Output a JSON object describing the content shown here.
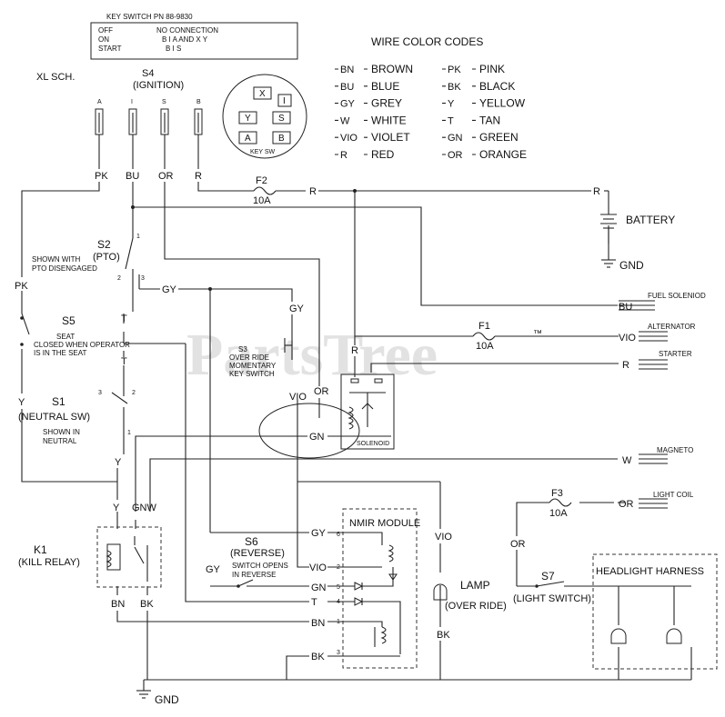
{
  "key_switch": {
    "part_number": "KEY SWITCH PN 88-9830",
    "rows": [
      {
        "pos": "OFF",
        "conn": "NO CONNECTION"
      },
      {
        "pos": "ON",
        "conn": "B I A     AND   X Y"
      },
      {
        "pos": "START",
        "conn": "B I S"
      }
    ],
    "diagram_terminals": [
      "X",
      "I",
      "Y",
      "S",
      "A",
      "B"
    ],
    "diagram_label": "KEY SW"
  },
  "schematic_label": "XL SCH.",
  "s4": {
    "id": "S4",
    "name": "(IGNITION)",
    "terminals": [
      "A",
      "I",
      "S",
      "B"
    ],
    "wire_labels": [
      "PK",
      "BU",
      "OR",
      "R"
    ]
  },
  "wire_color_codes": {
    "title": "WIRE COLOR CODES",
    "left": [
      {
        "code": "BN",
        "name": "BROWN"
      },
      {
        "code": "BU",
        "name": "BLUE"
      },
      {
        "code": "GY",
        "name": "GREY"
      },
      {
        "code": "W",
        "name": "WHITE"
      },
      {
        "code": "VIO",
        "name": "VIOLET"
      },
      {
        "code": "R",
        "name": "RED"
      }
    ],
    "right": [
      {
        "code": "PK",
        "name": "PINK"
      },
      {
        "code": "BK",
        "name": "BLACK"
      },
      {
        "code": "Y",
        "name": "YELLOW"
      },
      {
        "code": "T",
        "name": "TAN"
      },
      {
        "code": "GN",
        "name": "GREEN"
      },
      {
        "code": "OR",
        "name": "ORANGE"
      }
    ]
  },
  "f2": {
    "id": "F2",
    "rating": "10A"
  },
  "f1": {
    "id": "F1",
    "rating": "10A"
  },
  "f3": {
    "id": "F3",
    "rating": "10A"
  },
  "battery": {
    "label": "BATTERY",
    "gnd": "GND"
  },
  "s2": {
    "id": "S2",
    "name": "(PTO)",
    "note1": "SHOWN WITH",
    "note2": "PTO DISENGAGED",
    "terminals": [
      "1",
      "2",
      "3"
    ]
  },
  "s5": {
    "id": "S5",
    "note1": "SEAT",
    "note2": "CLOSED WHEN OPERATOR",
    "note3": "IS IN THE SEAT"
  },
  "s1": {
    "id": "S1",
    "name": "(NEUTRAL SW)",
    "note1": "SHOWN IN",
    "note2": "NEUTRAL",
    "terminals": [
      "3",
      "2",
      "1"
    ]
  },
  "s3": {
    "id": "S3",
    "note1": "OVER RIDE",
    "note2": "MOMENTARY",
    "note3": "KEY SWITCH"
  },
  "solenoid": {
    "label": "SOLENOID"
  },
  "k1": {
    "id": "K1",
    "name": "(KILL RELAY)"
  },
  "nmir": {
    "label": "NMIR MODULE",
    "pins": [
      "6",
      "2",
      "5",
      "4",
      "1",
      "3"
    ]
  },
  "s6": {
    "id": "S6",
    "name": "(REVERSE)",
    "note1": "SWITCH OPENS",
    "note2": "IN REVERSE"
  },
  "lamp": {
    "label": "LAMP",
    "sub": "(OVER RIDE)"
  },
  "s7": {
    "id": "S7",
    "name": "(LIGHT SWITCH)"
  },
  "headlight": {
    "label": "HEADLIGHT HARNESS"
  },
  "connectors": {
    "fuel_solenoid": "FUEL SOLENIOD",
    "alternator": "ALTERNATOR",
    "starter": "STARTER",
    "magneto": "MAGNETO",
    "light_coil": "LIGHT COIL"
  },
  "wire_labels": {
    "pk": "PK",
    "y": "Y",
    "t": "T",
    "gy": "GY",
    "gnw": "GNW",
    "bn": "BN",
    "bk": "BK",
    "r": "R",
    "bu": "BU",
    "vio": "VIO",
    "gn": "GN",
    "w": "W",
    "or": "OR"
  },
  "ground": "GND",
  "watermark": {
    "text": "PartsTree",
    "tm": "™"
  }
}
